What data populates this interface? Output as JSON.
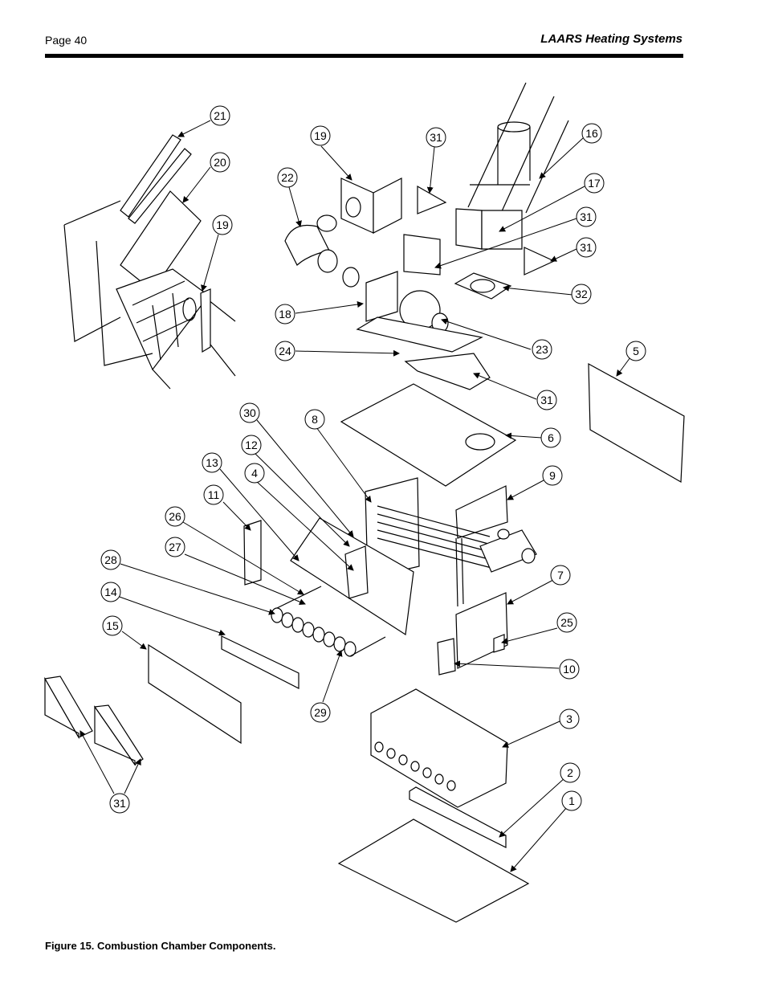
{
  "header": {
    "page": "Page 40",
    "brand": "LAARS Heating Systems"
  },
  "caption": "Figure 15. Combustion Chamber Components.",
  "callouts": [
    "21",
    "20",
    "19",
    "19",
    "22",
    "31",
    "16",
    "17",
    "31",
    "31",
    "32",
    "18",
    "23",
    "24",
    "31",
    "5",
    "6",
    "30",
    "8",
    "12",
    "13",
    "4",
    "11",
    "9",
    "26",
    "27",
    "28",
    "7",
    "14",
    "25",
    "15",
    "10",
    "3",
    "29",
    "2",
    "1",
    "31"
  ]
}
